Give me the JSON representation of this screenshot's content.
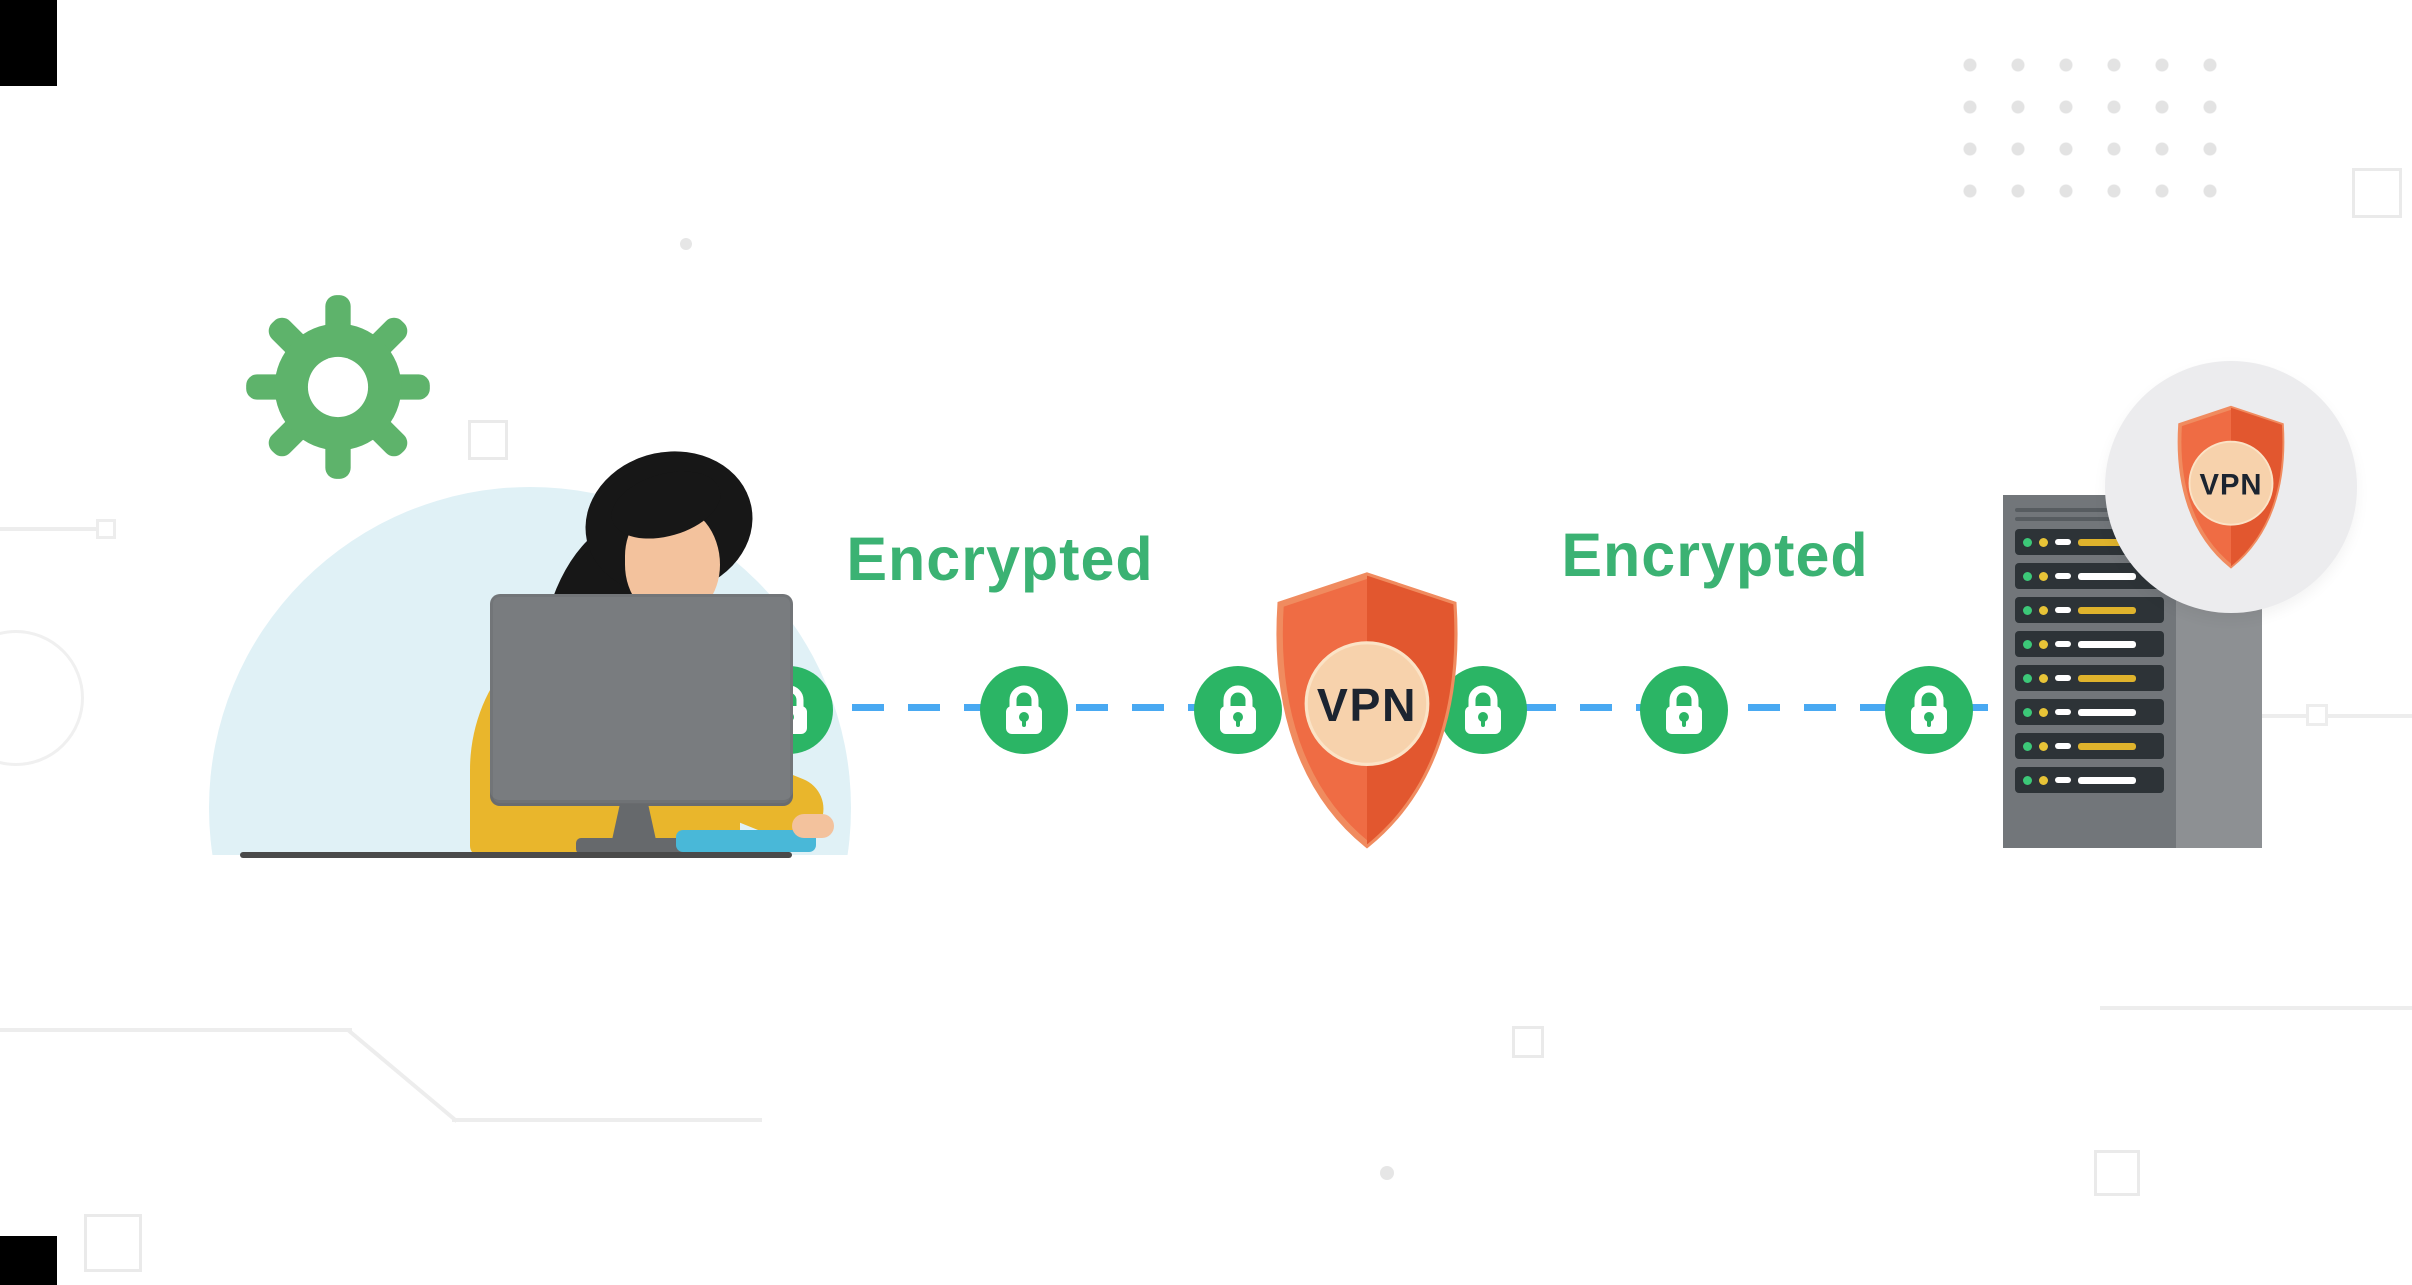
{
  "labels": {
    "encrypted_left": "Encrypted",
    "encrypted_right": "Encrypted"
  },
  "vpn": {
    "shield_label": "VPN",
    "badge_label": "VPN"
  },
  "colors": {
    "label_green": "#3bb273",
    "lock_green": "#2bb565",
    "dash_blue": "#49a9f2",
    "shield_orange": "#ef6c44",
    "shield_orange_dark": "#e2572f",
    "shield_inner_circle": "#f7d2ac",
    "gear_green": "#5eb36b",
    "jacket_yellow": "#e9b62c",
    "monitor_gray": "#797c7f",
    "server_gray": "#72767a",
    "led_yellow": "#dfb32c",
    "keyboard_teal": "#49b8d8",
    "backdrop_blue": "#e0f1f6",
    "background": "#ffffff"
  }
}
